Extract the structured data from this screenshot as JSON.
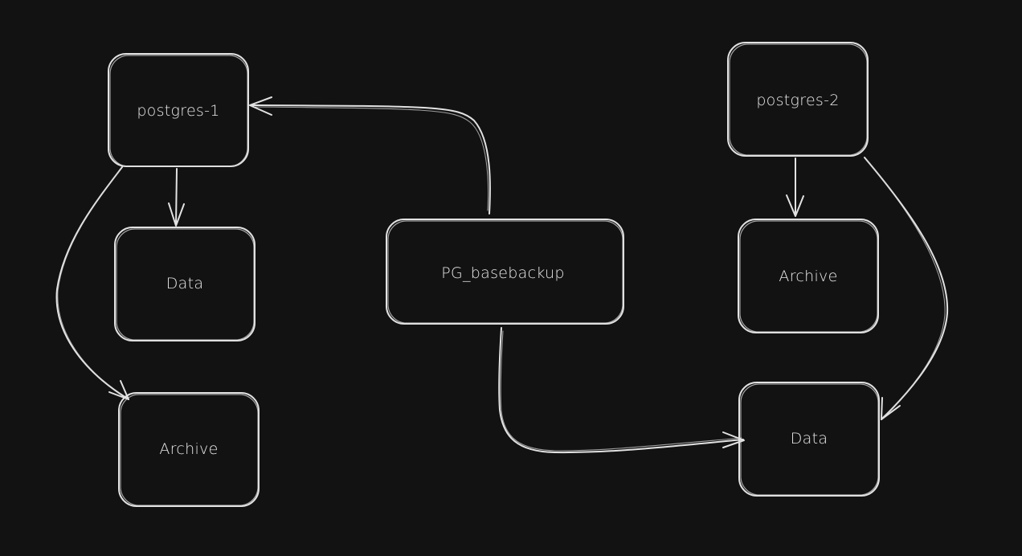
{
  "nodes": {
    "postgres1": "postgres-1",
    "data1": "Data",
    "archive1": "Archive",
    "basebackup": "PG_basebackup",
    "postgres2": "postgres-2",
    "archive2": "Archive",
    "data2": "Data"
  },
  "colors": {
    "background": "#121212",
    "stroke": "#e2e2e2",
    "text": "#e8e8e8"
  }
}
